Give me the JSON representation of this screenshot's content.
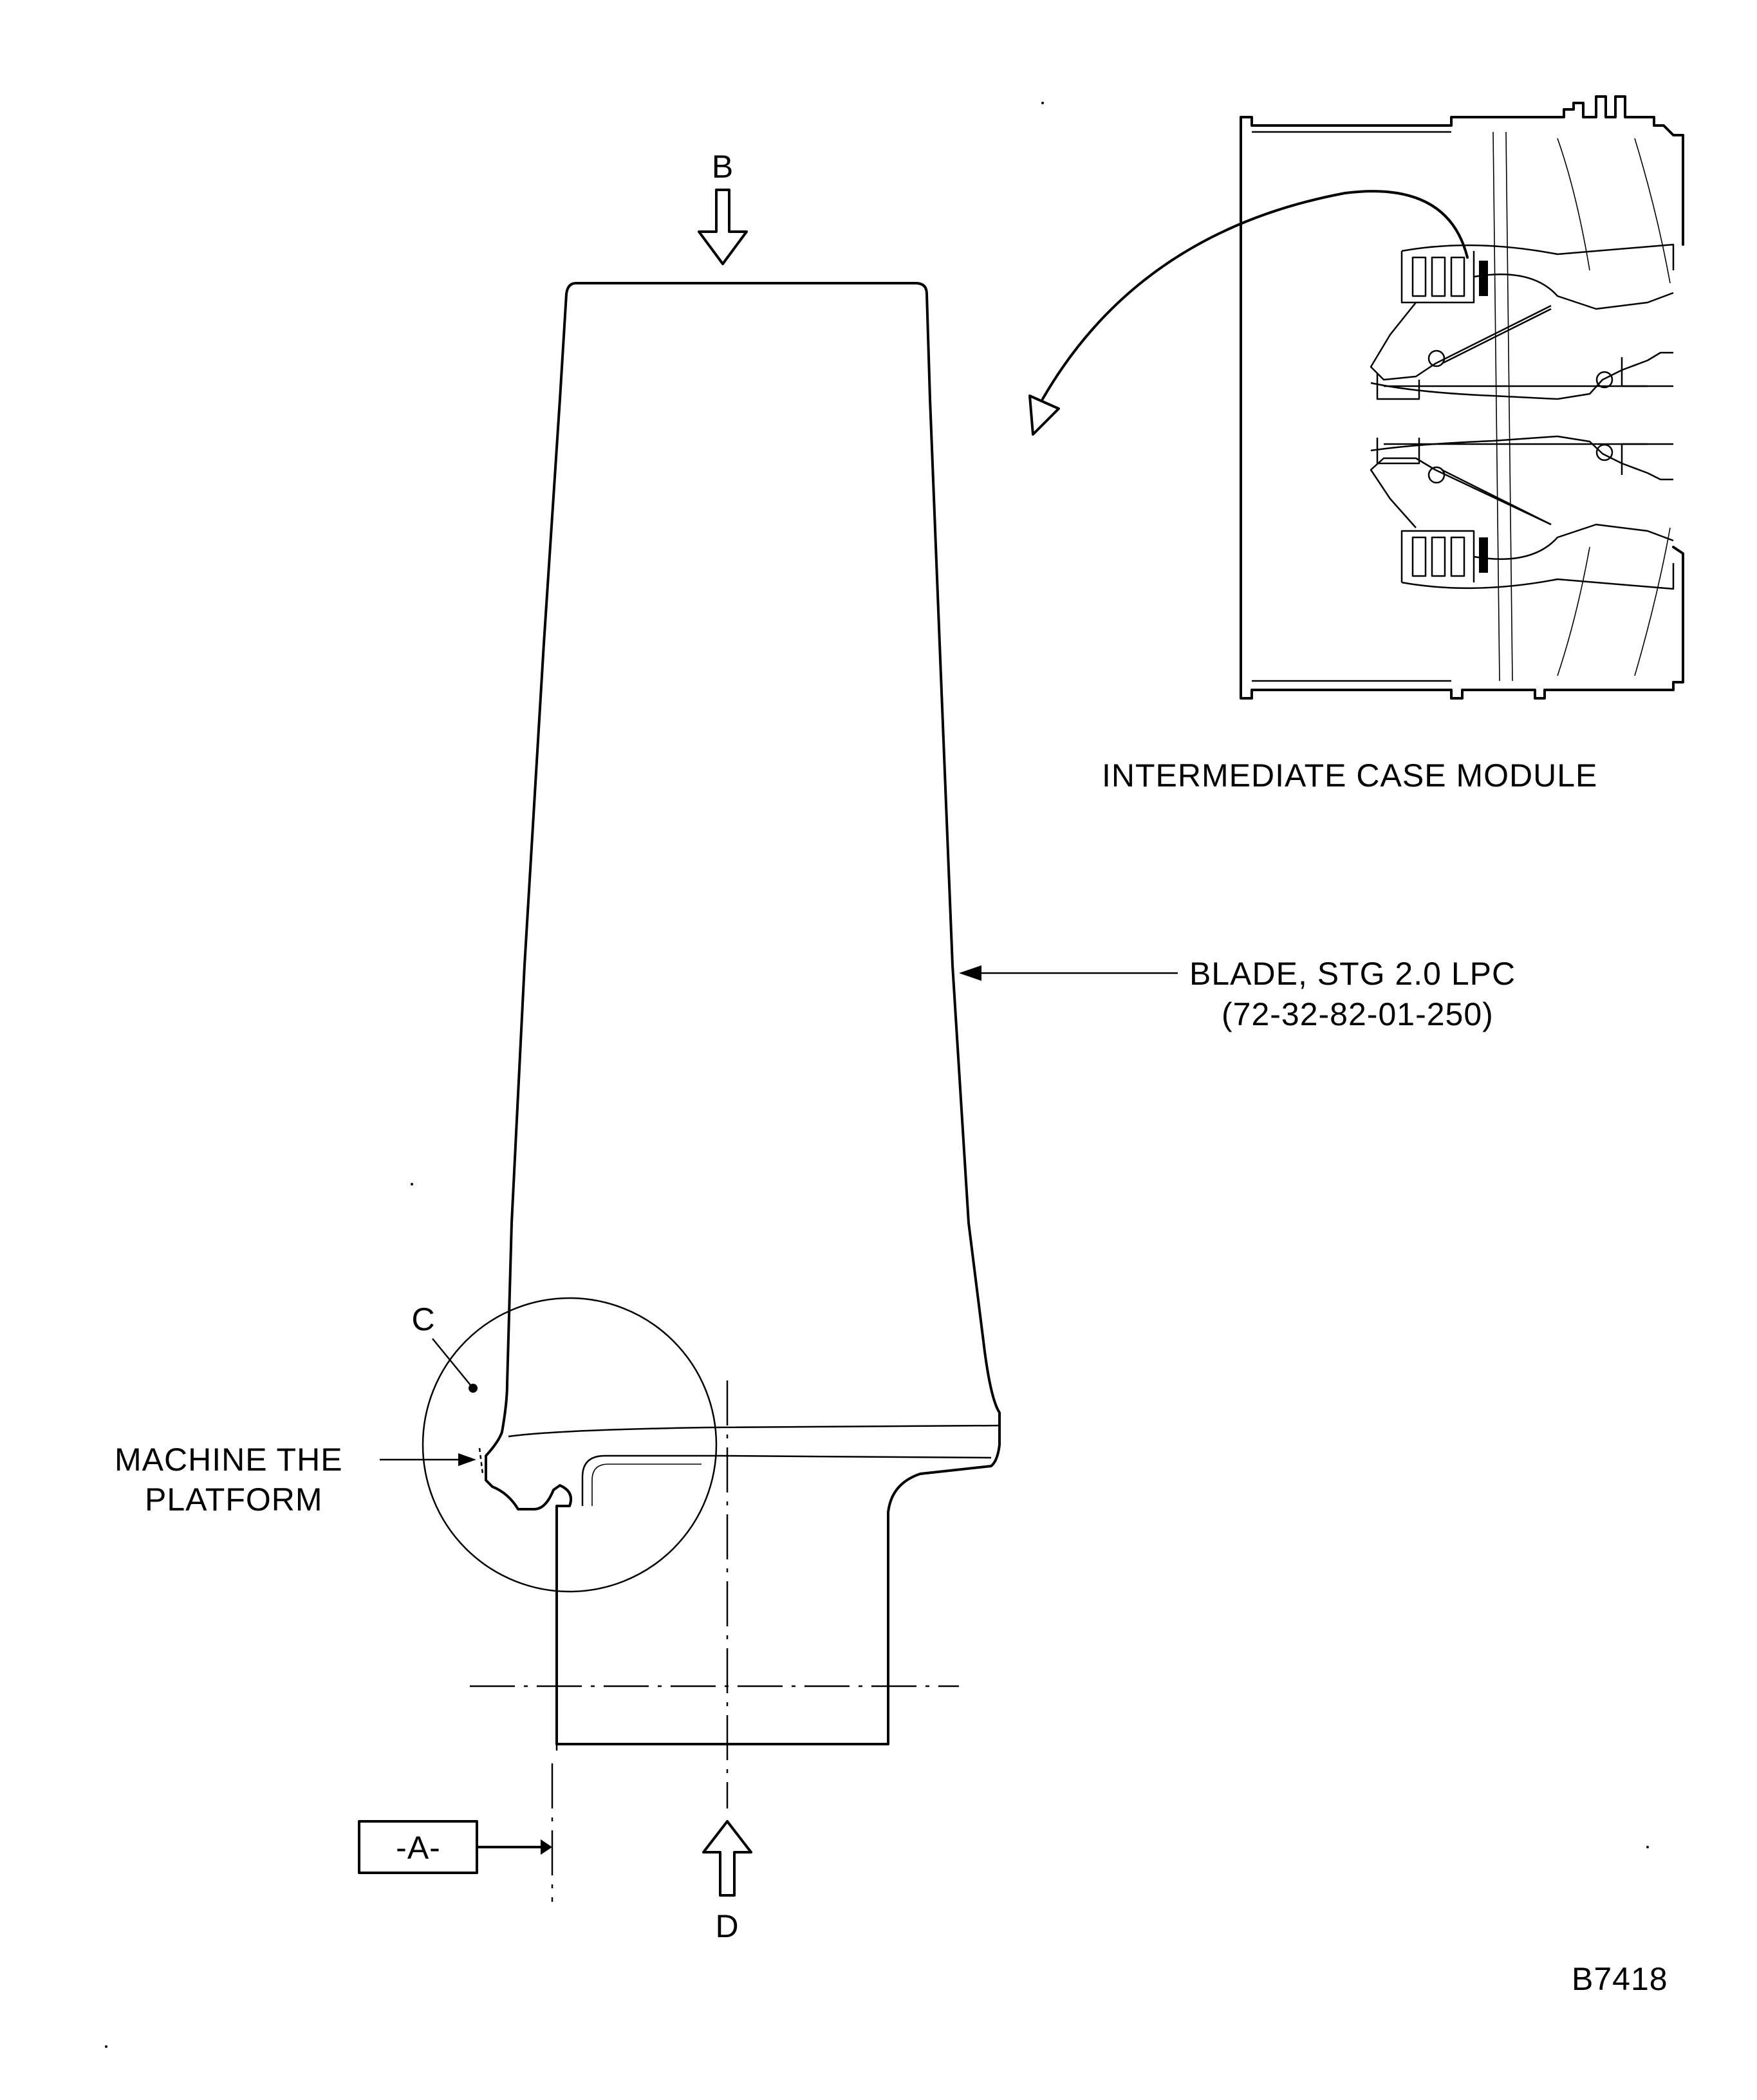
{
  "labels": {
    "view_b": "B",
    "view_d": "D",
    "detail_c": "C",
    "inset_caption": "INTERMEDIATE CASE MODULE",
    "blade_name": "BLADE, STG 2.0 LPC",
    "blade_part_number": "(72-32-82-01-250)",
    "machine_line1": "MACHINE THE",
    "machine_line2": "PLATFORM",
    "datum": "-A-",
    "figure_id": "B7418"
  },
  "colors": {
    "ink": "#000000",
    "paper": "#ffffff"
  }
}
